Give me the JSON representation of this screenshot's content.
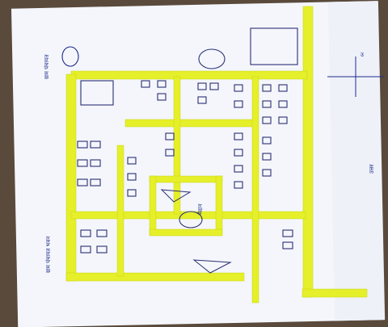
{
  "image": {
    "background_color": "#5a4a3c",
    "paper_color": "#f4f6fb",
    "road_color": "#e5ef2a",
    "ink_color": "#1f2b8c"
  },
  "annotations": {
    "left_top_note": "ग्राम पंचायत",
    "left_bottom_note": "ग्राम पंचायत भवन",
    "right_note": "उत्तर",
    "compass_label": "उ",
    "center_label": "मैदान"
  }
}
